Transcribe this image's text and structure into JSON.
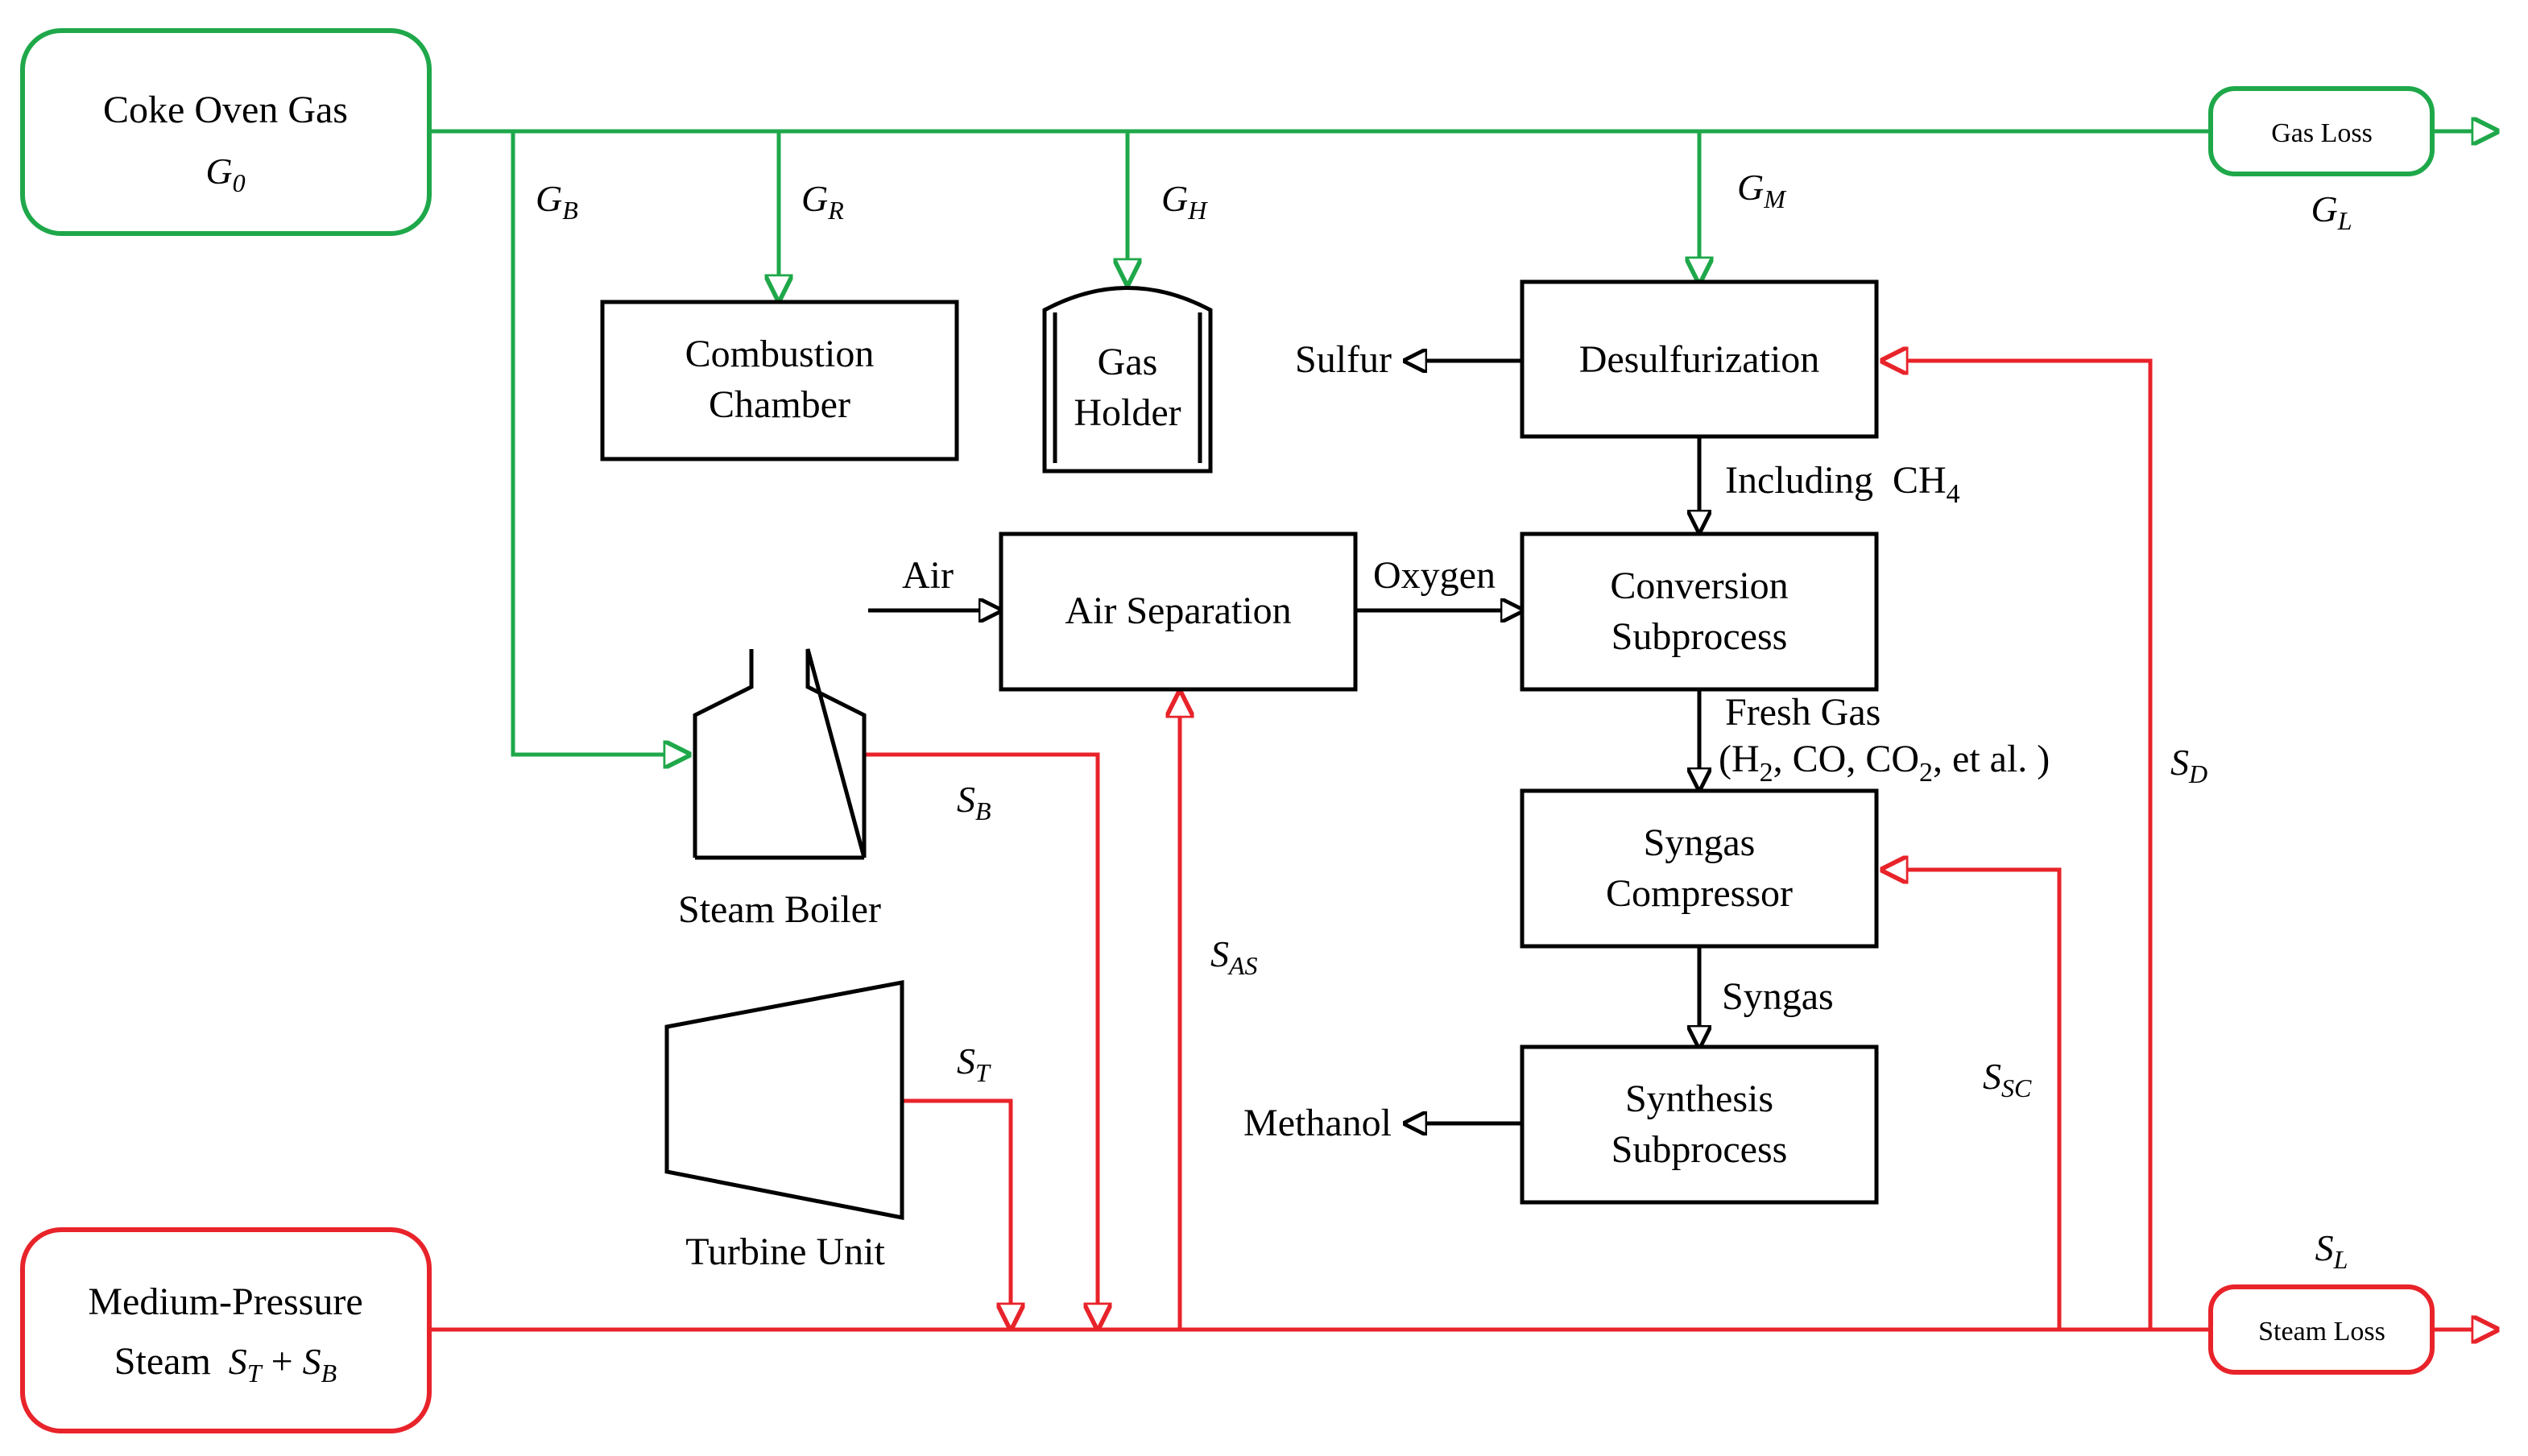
{
  "colors": {
    "gas": "#1fa84a",
    "steam": "#e8232a",
    "process": "#000000"
  },
  "sources": {
    "coke_oven_gas": {
      "title": "Coke Oven Gas",
      "var": "G",
      "sub": "0"
    },
    "medium_pressure_steam": {
      "line1": "Medium-Pressure",
      "line2": "Steam",
      "expr_a": "S",
      "expr_a_sub": "T",
      "plus": "+",
      "expr_b": "S",
      "expr_b_sub": "B"
    }
  },
  "losses": {
    "gas_loss": {
      "title": "Gas Loss",
      "var": "G",
      "sub": "L"
    },
    "steam_loss": {
      "title": "Steam Loss",
      "var": "S",
      "sub": "L"
    }
  },
  "units": {
    "combustion_chamber": {
      "line1": "Combustion",
      "line2": "Chamber"
    },
    "gas_holder": {
      "line1": "Gas",
      "line2": "Holder"
    },
    "desulfurization": {
      "title": "Desulfurization"
    },
    "air_separation": {
      "title": "Air Separation"
    },
    "conversion": {
      "line1": "Conversion",
      "line2": "Subprocess"
    },
    "syngas_compressor": {
      "line1": "Syngas",
      "line2": "Compressor"
    },
    "synthesis": {
      "line1": "Synthesis",
      "line2": "Subprocess"
    },
    "steam_boiler": {
      "title": "Steam Boiler"
    },
    "turbine_unit": {
      "title": "Turbine Unit"
    }
  },
  "flows": {
    "g_b": {
      "var": "G",
      "sub": "B"
    },
    "g_r": {
      "var": "G",
      "sub": "R"
    },
    "g_h": {
      "var": "G",
      "sub": "H"
    },
    "g_m": {
      "var": "G",
      "sub": "M"
    },
    "s_b": {
      "var": "S",
      "sub": "B"
    },
    "s_t": {
      "var": "S",
      "sub": "T"
    },
    "s_as": {
      "var": "S",
      "sub": "AS"
    },
    "s_d": {
      "var": "S",
      "sub": "D"
    },
    "s_sc": {
      "var": "S",
      "sub": "SC"
    },
    "sulfur": "Sulfur",
    "air": "Air",
    "oxygen": "Oxygen",
    "methanol": "Methanol",
    "including": "Including",
    "ch4": "CH",
    "ch4_sub": "4",
    "fresh_gas": "Fresh Gas",
    "fresh_gas_detail": {
      "open": "(H",
      "h2_sub": "2",
      "co": ", CO, CO",
      "co2_sub": "2",
      "close": ", et al. )"
    },
    "syngas": "Syngas"
  }
}
